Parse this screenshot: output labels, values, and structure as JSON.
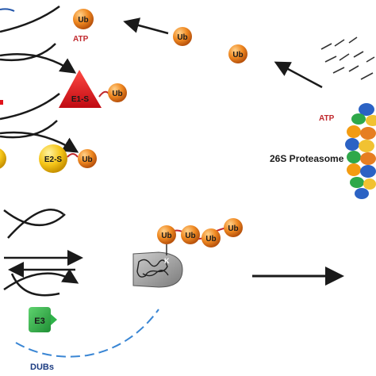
{
  "labels": {
    "ub": "Ub",
    "atp_top": "ATP",
    "atp_right": "ATP",
    "e1s": "E1-S",
    "e2s": "E2-S",
    "e3": "E3",
    "k": "K",
    "proteasome": "26S Proteasome",
    "dubs": "DUBs"
  },
  "colors": {
    "ubiquitin": "#e8821e",
    "e1": "#e0141b",
    "e2": "#f5c518",
    "e3": "#2fb34a",
    "dubs_line": "#3a86d4",
    "atp_text": "#c0282d",
    "arrow": "#1a1a1a"
  },
  "icons": {
    "substrate": "protein-substrate-icon",
    "proteasome": "proteasome-barrel-icon",
    "peptides": "peptide-fragments-icon"
  }
}
